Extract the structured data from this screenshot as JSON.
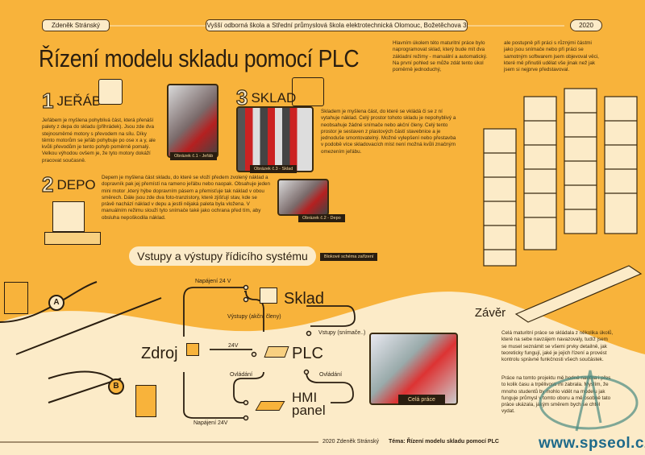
{
  "header": {
    "author": "Zdeněk Stránský",
    "school": "Vyšší odborná škola a Střední průmyslová škola elektrotechnická Olomouc, Božetěchova 3",
    "year": "2020"
  },
  "title": "Řízení modelu skladu pomocí PLC",
  "intro": {
    "col1": "Hlavním úkolem této maturitní práce bylo naprogramovat sklad, který bude mít dva základní režimy - manuální a automatický. Na první pohled se může zdát tento úkol poměrně jednoduchý,",
    "col2": "ale postupně při práci s různými částmi jako jsou snímače nebo při práci se samotným softwarem jsem objevoval věci, které mě přinutili udělat vše jinak než jak jsem si nejprve představoval."
  },
  "sections": {
    "jerab": {
      "num": "1",
      "title": "JEŘÁB",
      "text": "Jeřábem je myšlena pohyblivá část, která přenáší palety z depa do skladu (přihrádek). Jsou zde dva stejnosměrné motory s převodem na sílu. Díky těmto motorům se jeřáb pohybuje po ose x a y, ale kvůli převodům je tento pohyb poměrně pomalý. Velkou výhodou ovšem je, že tyto motory dokáží pracovat současně.",
      "caption": "Obrázek č.1 - Jeřáb"
    },
    "sklad": {
      "num": "3",
      "title": "SKLAD",
      "text": "Skladem je myšlena část, do které se vkládá či se z ní vytahuje náklad. Celý prostor tohoto skladu je nepohyblivý a neobsahuje žádné snímače nebo akční členy. Celý tento prostor je sestaven z plastových částí stavebnice a je jednoduše smontovatelný. Možné vylepšení nebo přestavba v podobě více skladovacích míst není možná kvůli značným omezením jeřábu.",
      "caption": "Obrázek č.3 - Sklad"
    },
    "depo": {
      "num": "2",
      "title": "DEPO",
      "text": "Depem je myšlena část skladu, do které se vloží předem zvolený náklad a dopravník pak jej přemístí na rameno jeřábu nebo naopak. Obsahuje jeden mini motor ,který hýbe dopravním pásem a přemisťuje tak náklad v obou směrech. Dále jsou zde dva foto-tranzistory, které zjišťují stav, kde se právě nachází náklad v depu a jestli nějaká paleta byla vložena. V manuálním režimu slouží tyto snímače také jako ochrana před tím, aby obsluha nepoškodila náklad.",
      "caption": "Obrázek č.2 - Depo"
    }
  },
  "io": {
    "heading": "Vstupy a výstupy řídicího systému",
    "badge": "Blokové schéma zařízení",
    "nodes": {
      "zdroj": "Zdroj",
      "sklad": "Sklad",
      "plc": "PLC",
      "hmi1": "HMI",
      "hmi2": "panel"
    },
    "labels": {
      "nap_top": "Napájení 24 V",
      "vystupy": "Výstupy (akční členy)",
      "vstupy": "Vstupy (snímače..)",
      "v24": "24V",
      "ovl1": "Ovládání",
      "ovl2": "Ovládání",
      "nap_bot": "Napájení 24V"
    },
    "markers": [
      "A",
      "B"
    ]
  },
  "photo_work": {
    "caption": "Celá práce"
  },
  "zaver": {
    "heading": "Závěr",
    "p1": "Celá maturitní práce se skládala z několika úkolů, které na sebe navzájem navazovaly, tudíž jsem se musel seznámit se všemi prvky detailně, jak teoreticky fungují, jaké je jejich řízení a provést kontrolu správné funkčnosti všech součástek.",
    "p2": "Práce na tomto projektu mě hodně naučila i přes to kolik času a trpělivosti mi zabrala. Myslím, že mnoho studentů by mohlo vidět na modelu jak funguje průmysl v tomto oboru a mě osobně tato práce ukázala, jakým směrem bych se chtěl vydat."
  },
  "footer": {
    "year_author": "2020  Zdeněk Stránský",
    "topic": "Téma: Řízení modelu skladu pomocí PLC",
    "watermark": "www.spseol.cz"
  },
  "colors": {
    "bg": "#f8b33b",
    "cream": "#fcebc8",
    "ink": "#2a1e10"
  }
}
